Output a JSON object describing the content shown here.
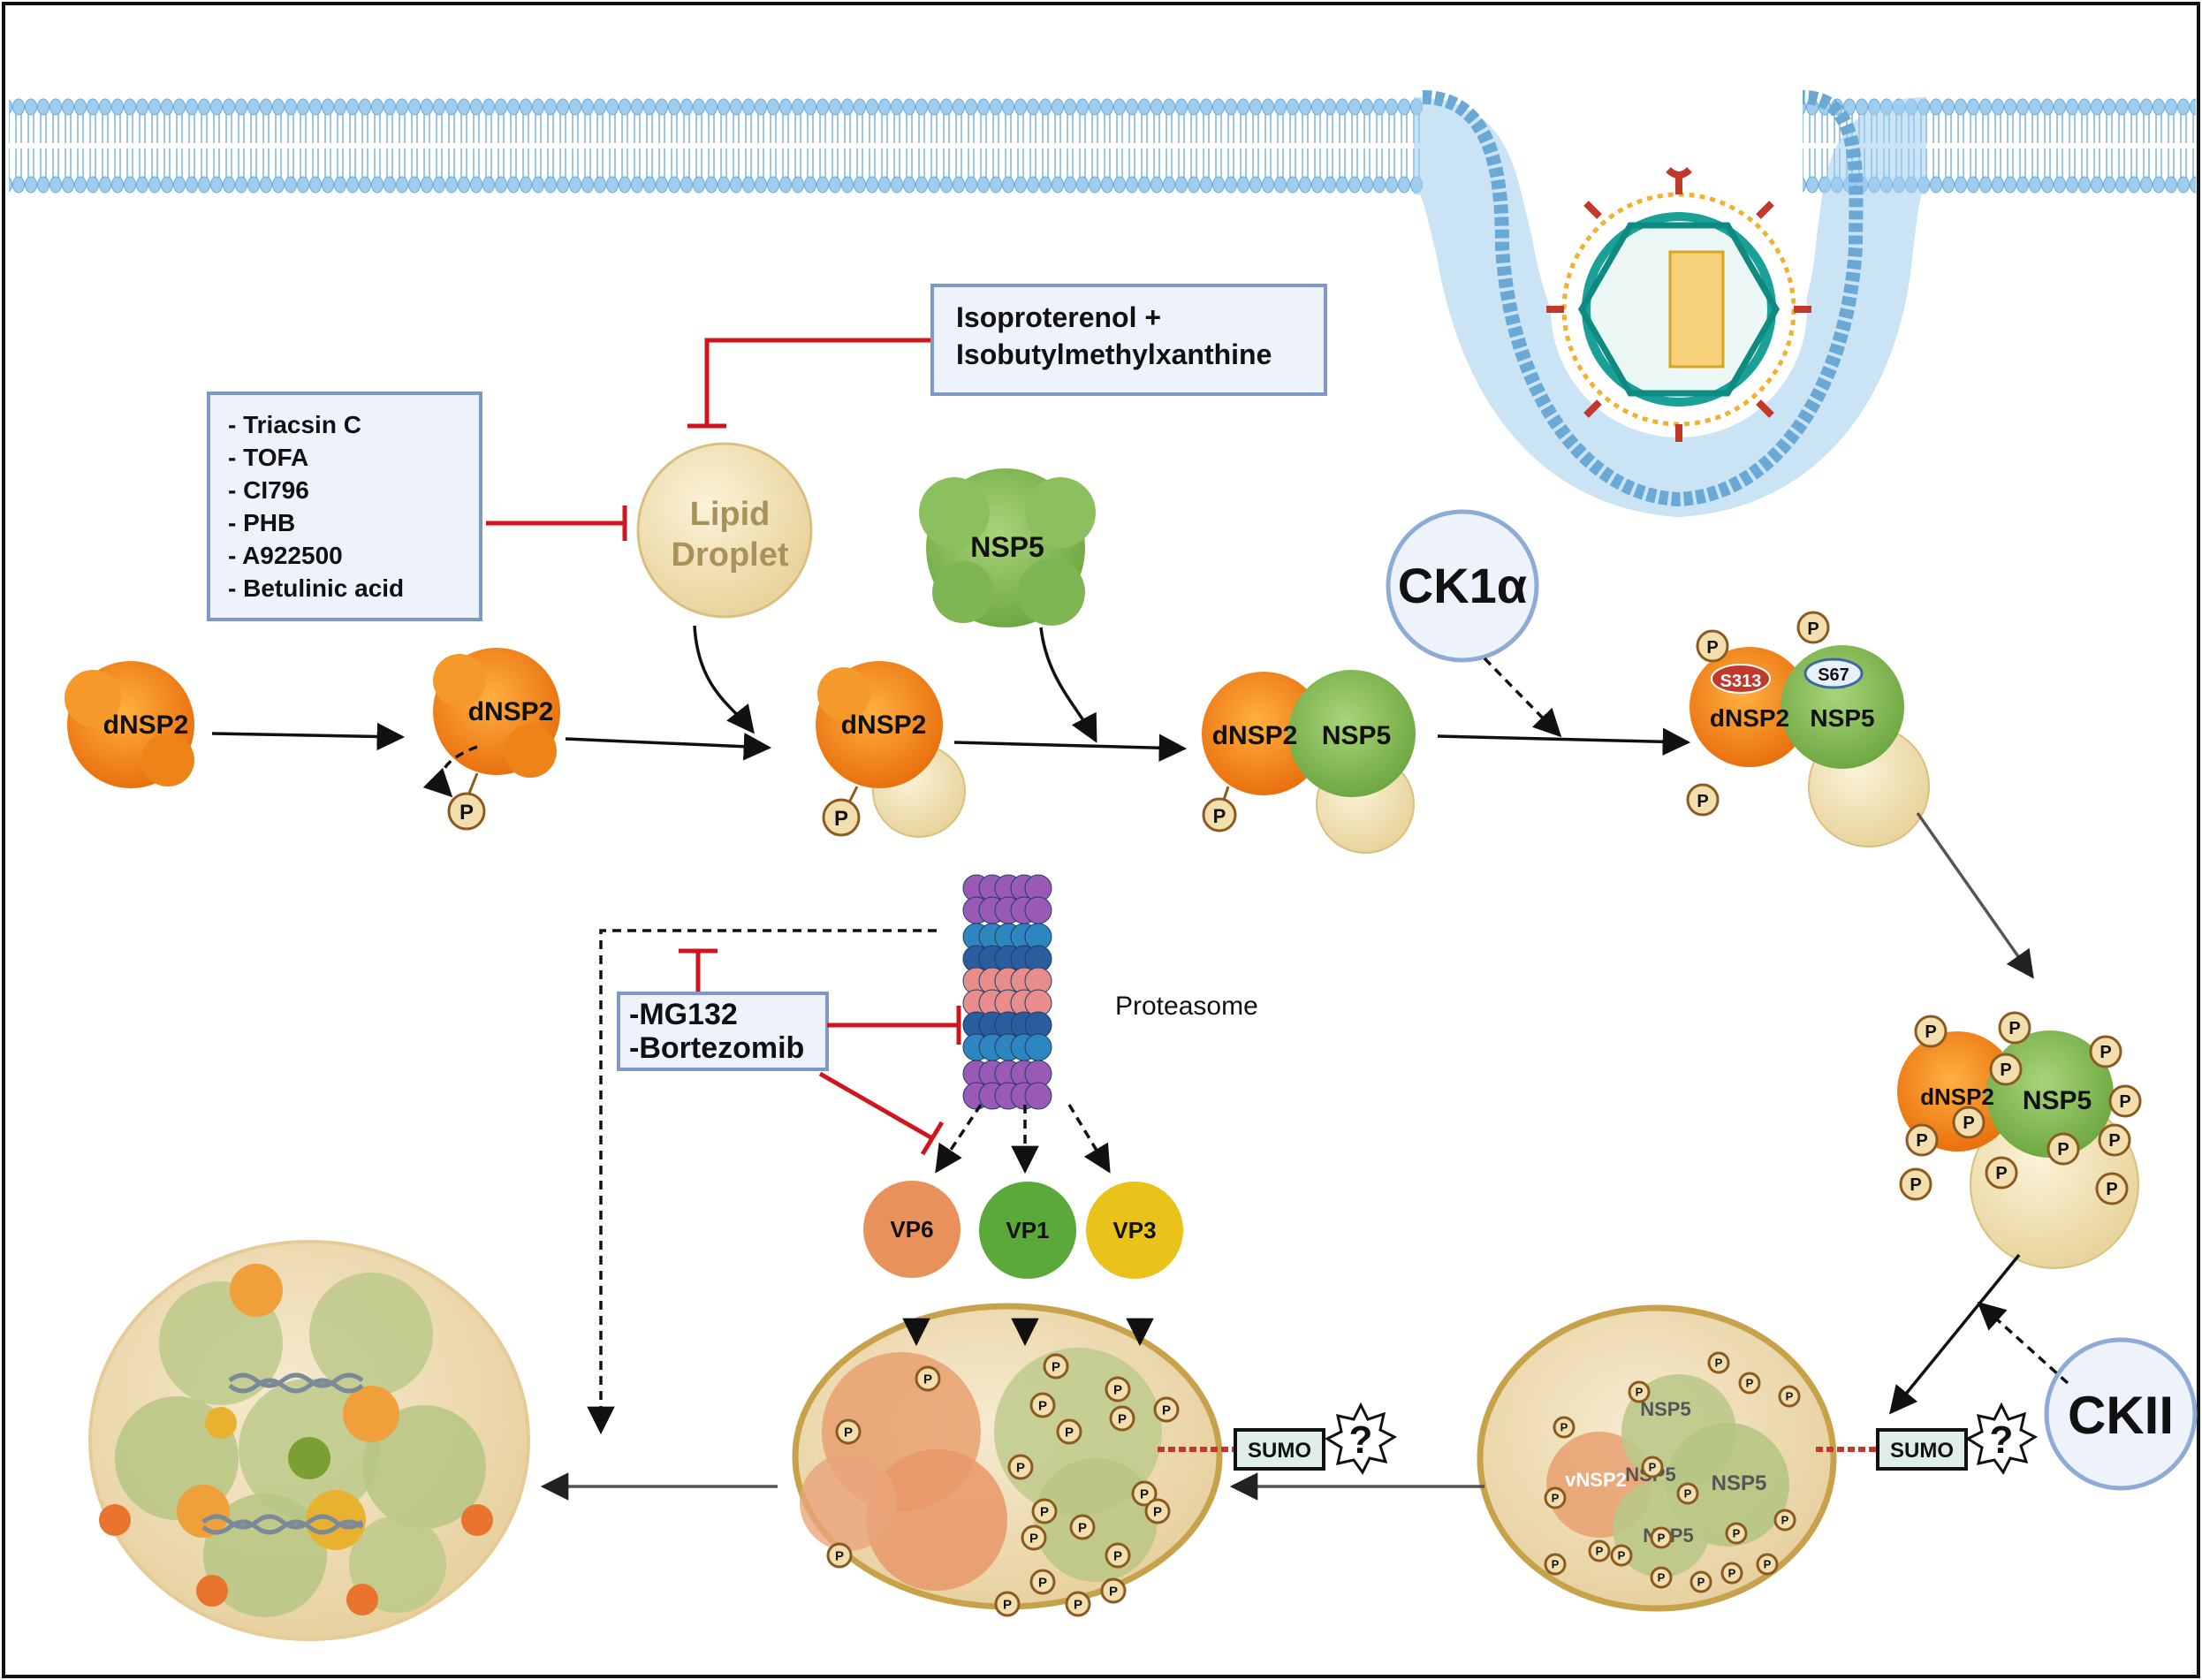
{
  "inhibitors": {
    "isoproterenol_line1": "Isoproterenol +",
    "isoproterenol_line2": "Isobutylmethylxanthine",
    "lipid_drugs": [
      "- Triacsin C",
      "- TOFA",
      "- CI796",
      "- PHB",
      "- A922500",
      "- Betulinic acid"
    ],
    "proteasome_drugs": [
      "-MG132",
      "-Bortezomib"
    ]
  },
  "lipid_droplet": {
    "line1": "Lipid",
    "line2": "Droplet"
  },
  "proteins": {
    "dnsp2": "dNSP2",
    "nsp5": "NSP5",
    "vnsp2": "vNSP2",
    "phospho": "P",
    "s313": "S313",
    "s67": "S67"
  },
  "kinases": {
    "ck1a": "CK1α",
    "ckii": "CKII"
  },
  "proteasome_label": "Proteasome",
  "viral_proteins": [
    "VP6",
    "VP1",
    "VP3"
  ],
  "sumo": {
    "label": "SUMO",
    "unknown": "?"
  },
  "colors": {
    "membrane": "#7fb8e0",
    "box_fill": "#eef3fb",
    "box_border": "#7e98c8",
    "inhibit": "#d0161c",
    "dnsp2": "#f08a1e",
    "nsp5": "#8bbf5a",
    "droplet": "#f2e2b6",
    "vp6": "#e8915a",
    "vp1": "#5aa93a",
    "vp3": "#e9c21a"
  }
}
